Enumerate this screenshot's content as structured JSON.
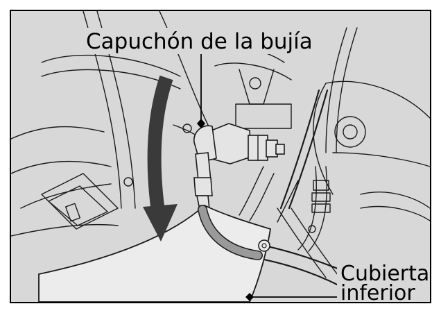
{
  "labels": {
    "spark_plug_cap": "Capuchón de la bujía",
    "lower_cover_line1": "Cubierta",
    "lower_cover_line2": "inferior"
  },
  "colors": {
    "background": "#d8d8d8",
    "frame": "#000000",
    "label_bg": "#d8d8d8",
    "arrow": "#3a3a3a",
    "cover_fill": "#ececec",
    "tube_gray": "#9a9a9a"
  },
  "icons": {
    "callout_marker": "diamond",
    "direction_arrow": "curved-down-arrow"
  }
}
